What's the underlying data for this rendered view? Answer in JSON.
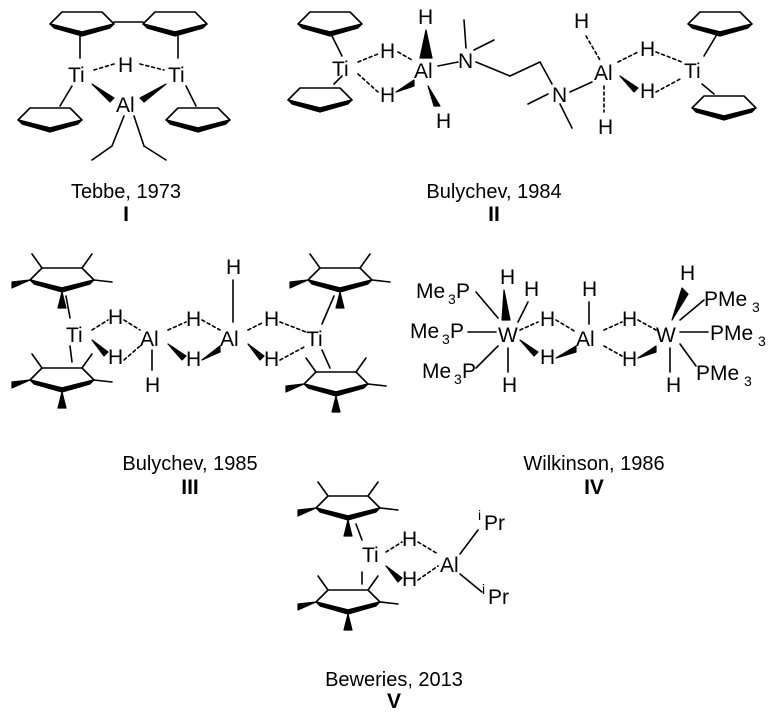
{
  "atoms": {
    "ti": "Ti",
    "al": "Al",
    "w": "W",
    "h": "H",
    "n": "N",
    "me": "Me",
    "p": "P",
    "three": "3",
    "i": "i",
    "pr": "Pr"
  },
  "compounds": [
    {
      "caption": "Tebbe, 1973",
      "label": "I"
    },
    {
      "caption": "Bulychev, 1984",
      "label": "II"
    },
    {
      "caption": "Bulychev, 1985",
      "label": "III"
    },
    {
      "caption": "Wilkinson, 1986",
      "label": "IV"
    },
    {
      "caption": "Beweries, 2013",
      "label": "V"
    }
  ]
}
